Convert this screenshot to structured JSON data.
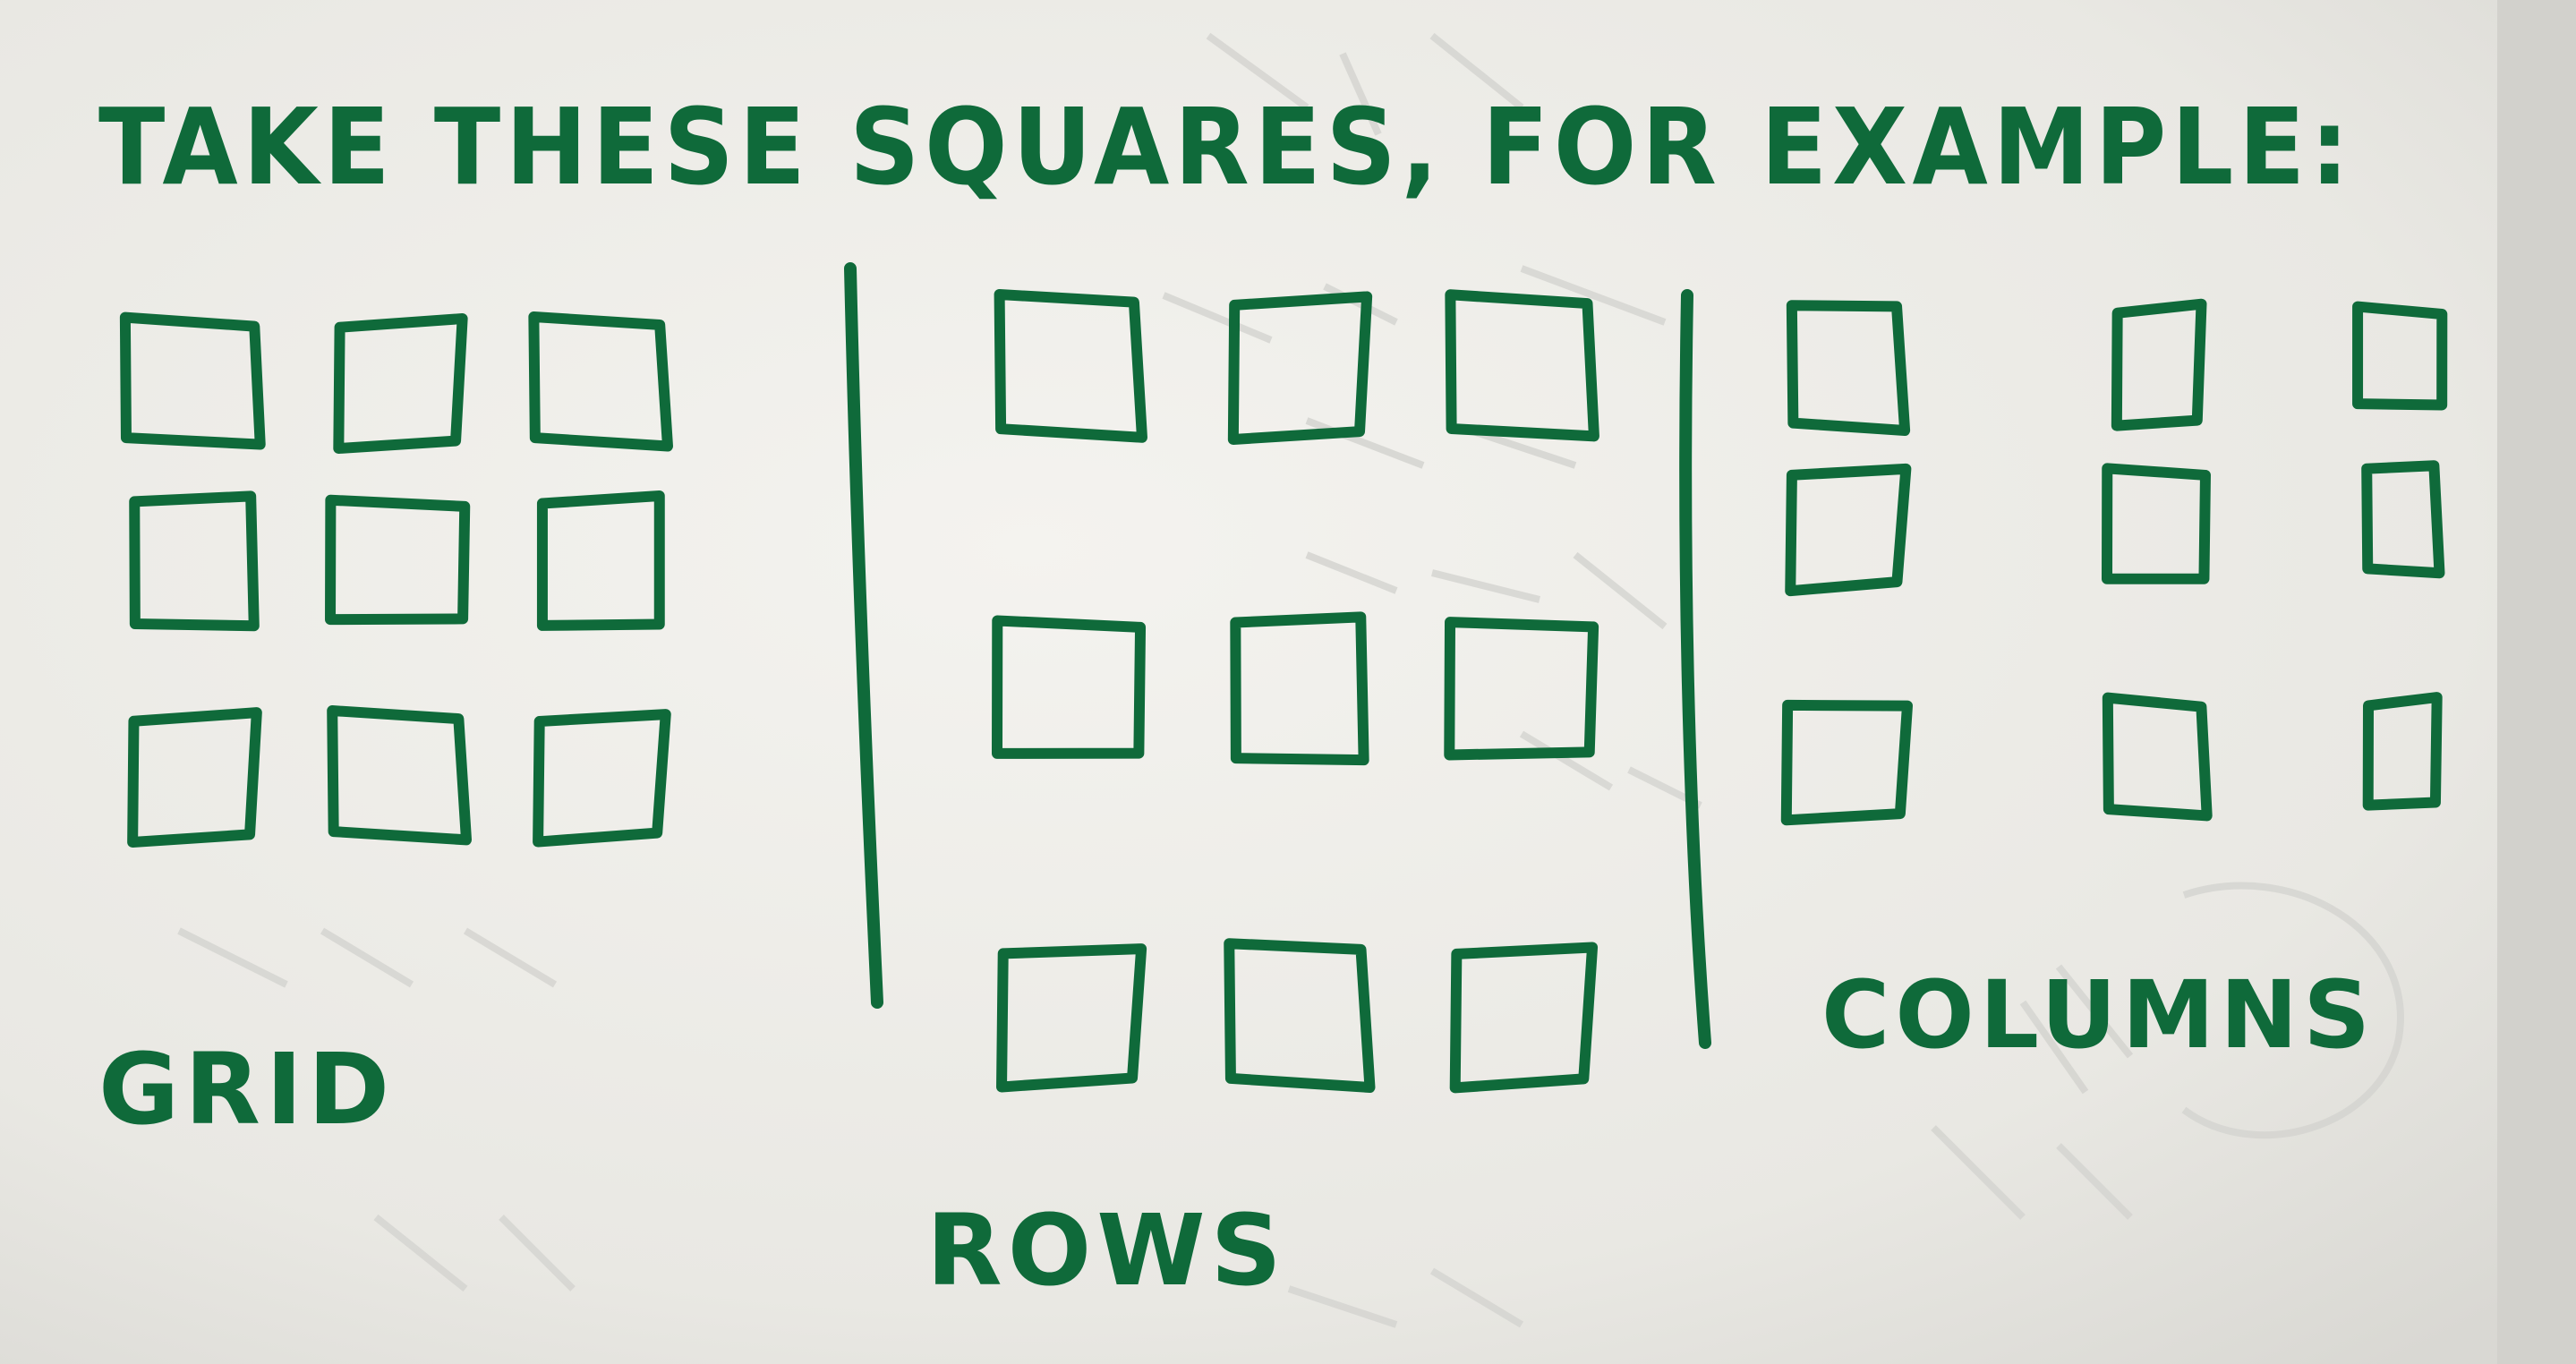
{
  "note": {
    "heading": "TAKE THESE SQUARES, FOR EXAMPLE:",
    "grid_label": "GRID",
    "rows_label": "ROWS",
    "columns_label": "COLUMNS"
  },
  "colors": {
    "ink": "#0f6a3a",
    "paper": "#efeeea",
    "shadow": "#d6d5d0",
    "bleed_through": "#cfcfcb"
  },
  "sketch": {
    "grid": {
      "rows": 3,
      "cols": 3
    },
    "rows": {
      "rows": 3,
      "cols": 3
    },
    "columns": {
      "rows": 3,
      "cols": 3
    }
  }
}
